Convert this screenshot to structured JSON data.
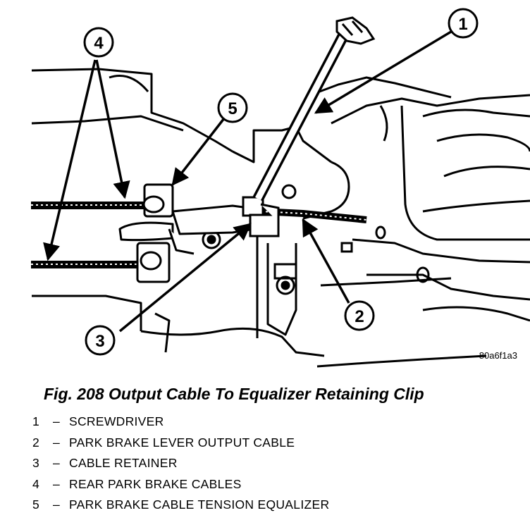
{
  "figure": {
    "diagram_code": "80a6f1a3",
    "callouts": [
      {
        "number": "1",
        "label": "SCREWDRIVER"
      },
      {
        "number": "2",
        "label": "PARK BRAKE LEVER OUTPUT CABLE"
      },
      {
        "number": "3",
        "label": "CABLE RETAINER"
      },
      {
        "number": "4",
        "label": "REAR PARK BRAKE CABLES"
      },
      {
        "number": "5",
        "label": "PARK BRAKE CABLE TENSION EQUALIZER"
      }
    ]
  },
  "caption": {
    "title": "Fig. 208 Output Cable To Equalizer Retaining Clip"
  },
  "legend": [
    {
      "number": "1",
      "dash": "–",
      "text": "SCREWDRIVER"
    },
    {
      "number": "2",
      "dash": "–",
      "text": "PARK BRAKE LEVER OUTPUT CABLE"
    },
    {
      "number": "3",
      "dash": "–",
      "text": "CABLE RETAINER"
    },
    {
      "number": "4",
      "dash": "–",
      "text": "REAR PARK BRAKE CABLES"
    },
    {
      "number": "5",
      "dash": "–",
      "text": "PARK BRAKE CABLE TENSION EQUALIZER"
    }
  ]
}
